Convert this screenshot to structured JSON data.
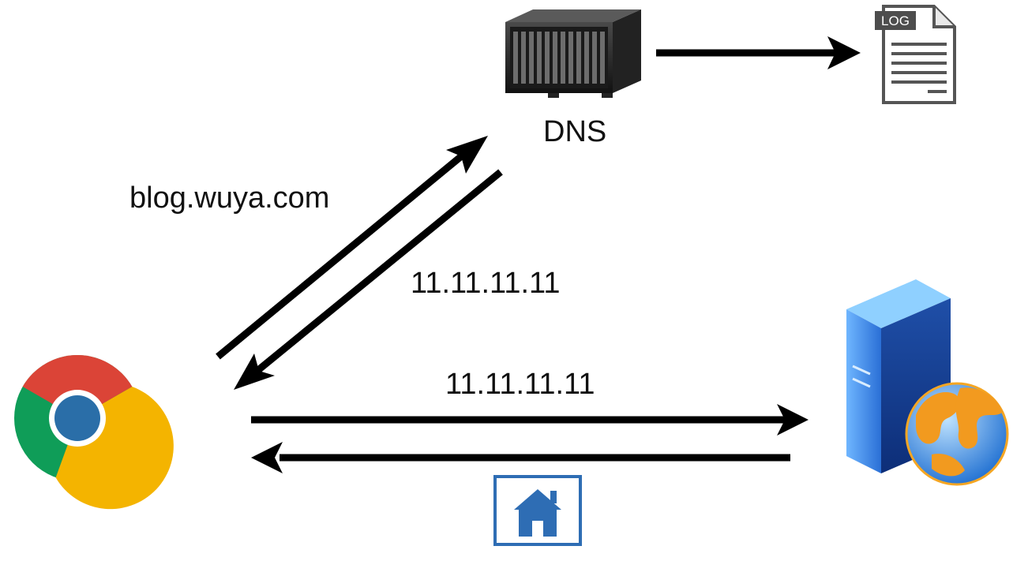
{
  "labels": {
    "dns": "DNS",
    "domain": "blog.wuya.com",
    "ip_response": "11.11.11.11",
    "ip_request": "11.11.11.11",
    "log_tag": "LOG"
  },
  "nodes": {
    "browser": {
      "icon": "chrome-browser-icon"
    },
    "dns_server": {
      "icon": "rack-server-icon"
    },
    "log_file": {
      "icon": "log-file-icon"
    },
    "web_server": {
      "icon": "web-server-globe-icon"
    },
    "web_page": {
      "icon": "home-icon"
    }
  },
  "colors": {
    "arrow": "#000000",
    "chrome_red": "#DB4437",
    "chrome_green": "#0F9D58",
    "chrome_yellow": "#F4B400",
    "chrome_blue": "#4285F4",
    "home_blue": "#2E6DB4",
    "server_blue": "#2F7FE6",
    "globe_orange": "#F29A1F"
  }
}
